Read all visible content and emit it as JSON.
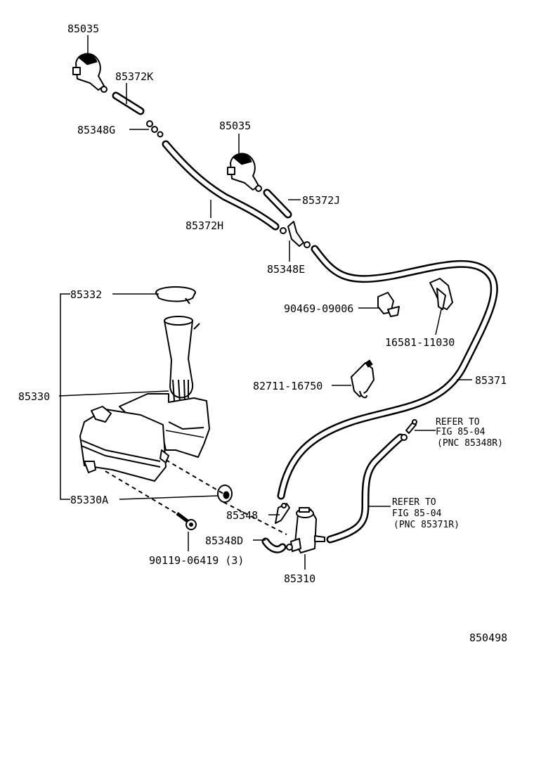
{
  "diagram": {
    "figure_code": "850498",
    "labels": {
      "nozzle_top": "85035",
      "hose_k": "85372K",
      "joint_g": "85348G",
      "nozzle_mid": "85035",
      "hose_j": "85372J",
      "hose_h": "85372H",
      "joint_e": "85348E",
      "cap": "85332",
      "clip_90469": "90469-09006",
      "clamp_16581": "16581-11030",
      "tank": "85330",
      "clamp_82711": "82711-16750",
      "main_hose": "85371",
      "grommet": "85330A",
      "joint": "85348",
      "joint_d": "85348D",
      "bolt": "90119-06419 (3)",
      "pump": "85310"
    },
    "refer_1": {
      "line1": "REFER TO",
      "line2": "FIG 85-04",
      "line3": "(PNC 85348R)"
    },
    "refer_2": {
      "line1": "REFER TO",
      "line2": "FIG 85-04",
      "line3": "(PNC 85371R)"
    }
  }
}
